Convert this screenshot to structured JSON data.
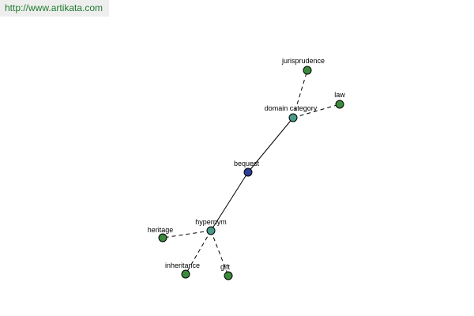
{
  "watermark": {
    "text": "http://www.artikata.com",
    "color": "#1f7a2e"
  },
  "graph": {
    "nodes": [
      {
        "id": "bequest",
        "label": "bequest",
        "color": "#2c3f94"
      },
      {
        "id": "domain_category",
        "label": "domain category",
        "color": "#4a9a8a"
      },
      {
        "id": "hypernym",
        "label": "hypernym",
        "color": "#4a9a8a"
      },
      {
        "id": "jurisprudence",
        "label": "jurisprudence",
        "color": "#3d8a3d"
      },
      {
        "id": "law",
        "label": "law",
        "color": "#3d8a3d"
      },
      {
        "id": "heritage",
        "label": "heritage",
        "color": "#3d8a3d"
      },
      {
        "id": "inheritance",
        "label": "inheritance",
        "color": "#3d8a3d"
      },
      {
        "id": "gift",
        "label": "gift",
        "color": "#3d8a3d"
      }
    ],
    "edges": [
      {
        "from": "bequest",
        "to": "domain_category",
        "style": "solid"
      },
      {
        "from": "bequest",
        "to": "hypernym",
        "style": "solid"
      },
      {
        "from": "domain_category",
        "to": "jurisprudence",
        "style": "dashed"
      },
      {
        "from": "domain_category",
        "to": "law",
        "style": "dashed"
      },
      {
        "from": "hypernym",
        "to": "heritage",
        "style": "dashed"
      },
      {
        "from": "hypernym",
        "to": "inheritance",
        "style": "dashed"
      },
      {
        "from": "hypernym",
        "to": "gift",
        "style": "dashed"
      }
    ]
  }
}
